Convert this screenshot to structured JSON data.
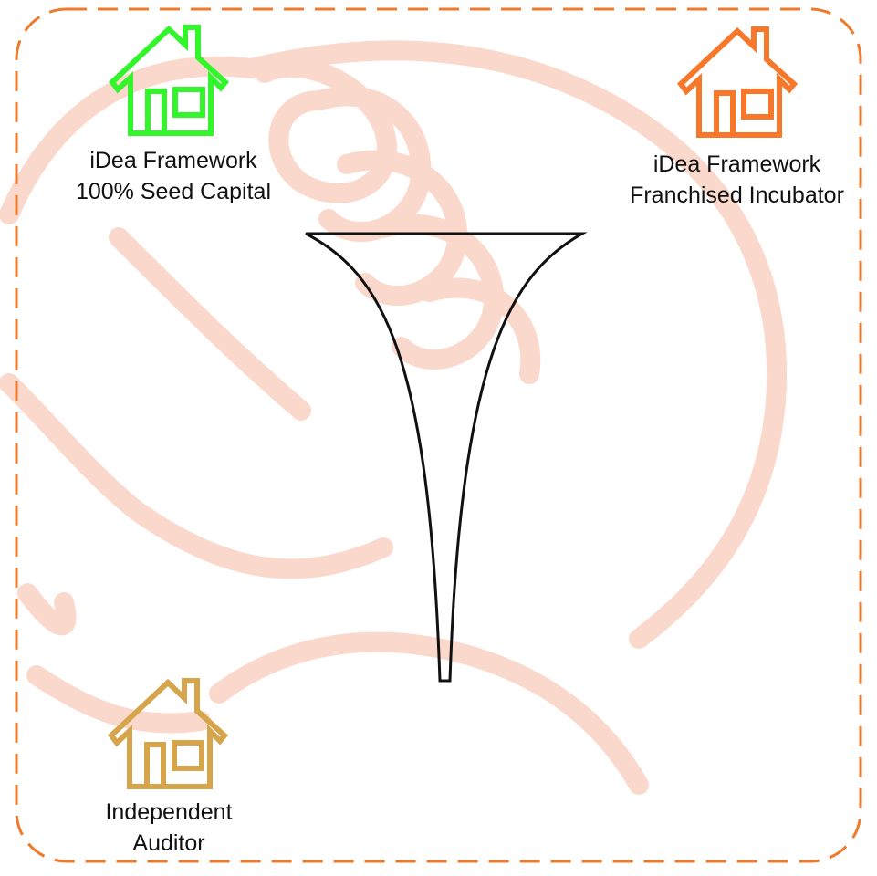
{
  "colors": {
    "border": "#f07a2c",
    "watermark": "#fad9cc",
    "seed_house": "#33f52b",
    "incubator_house": "#f7782a",
    "auditor_house": "#d6a44a",
    "funnel": "#111111",
    "text": "#111111"
  },
  "nodes": {
    "seed_capital": {
      "icon": "house-icon",
      "line1": "iDea Framework",
      "line2": "100% Seed Capital"
    },
    "franchised_incubator": {
      "icon": "house-icon",
      "line1": "iDea Framework",
      "line2": "Franchised Incubator"
    },
    "independent_auditor": {
      "icon": "house-icon",
      "line1": "Independent",
      "line2": "Auditor"
    }
  },
  "funnel": {
    "icon": "funnel-icon"
  },
  "background": {
    "icon": "lightbulb-watermark-icon"
  }
}
